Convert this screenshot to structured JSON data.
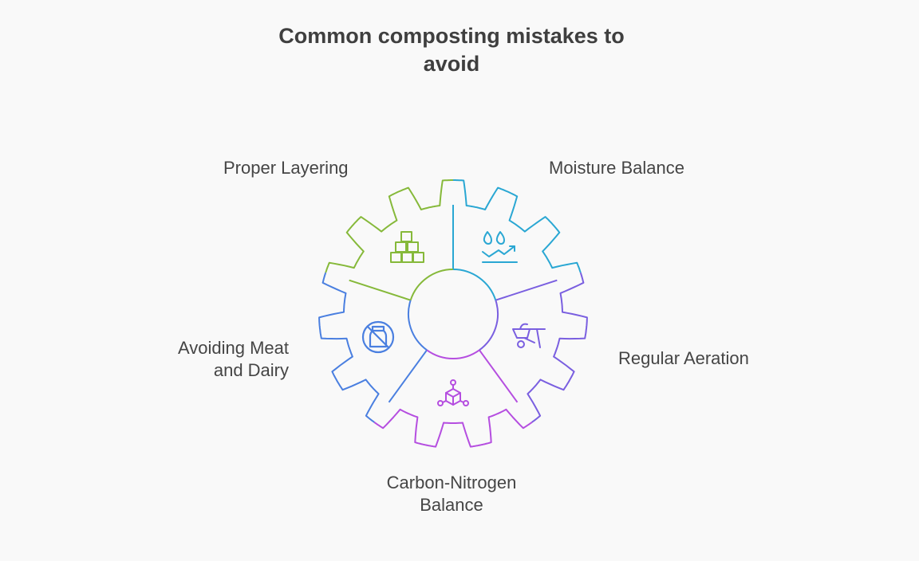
{
  "title_line1": "Common composting mistakes to",
  "title_line2": "avoid",
  "segments": [
    {
      "label": "Moisture Balance",
      "color": "#2aa7d3",
      "icon": "water-drops-trend-icon"
    },
    {
      "label": "Regular Aeration",
      "color": "#7a5fe0",
      "icon": "wheelbarrow-icon"
    },
    {
      "label_line1": "Carbon-Nitrogen",
      "label_line2": "Balance",
      "color": "#b54ee0",
      "icon": "molecule-cube-icon"
    },
    {
      "label_line1": "Avoiding Meat",
      "label_line2": "and Dairy",
      "color": "#4a7fe0",
      "icon": "no-meat-icon"
    },
    {
      "label": "Proper Layering",
      "color": "#86b93a",
      "icon": "stacked-blocks-icon"
    }
  ]
}
